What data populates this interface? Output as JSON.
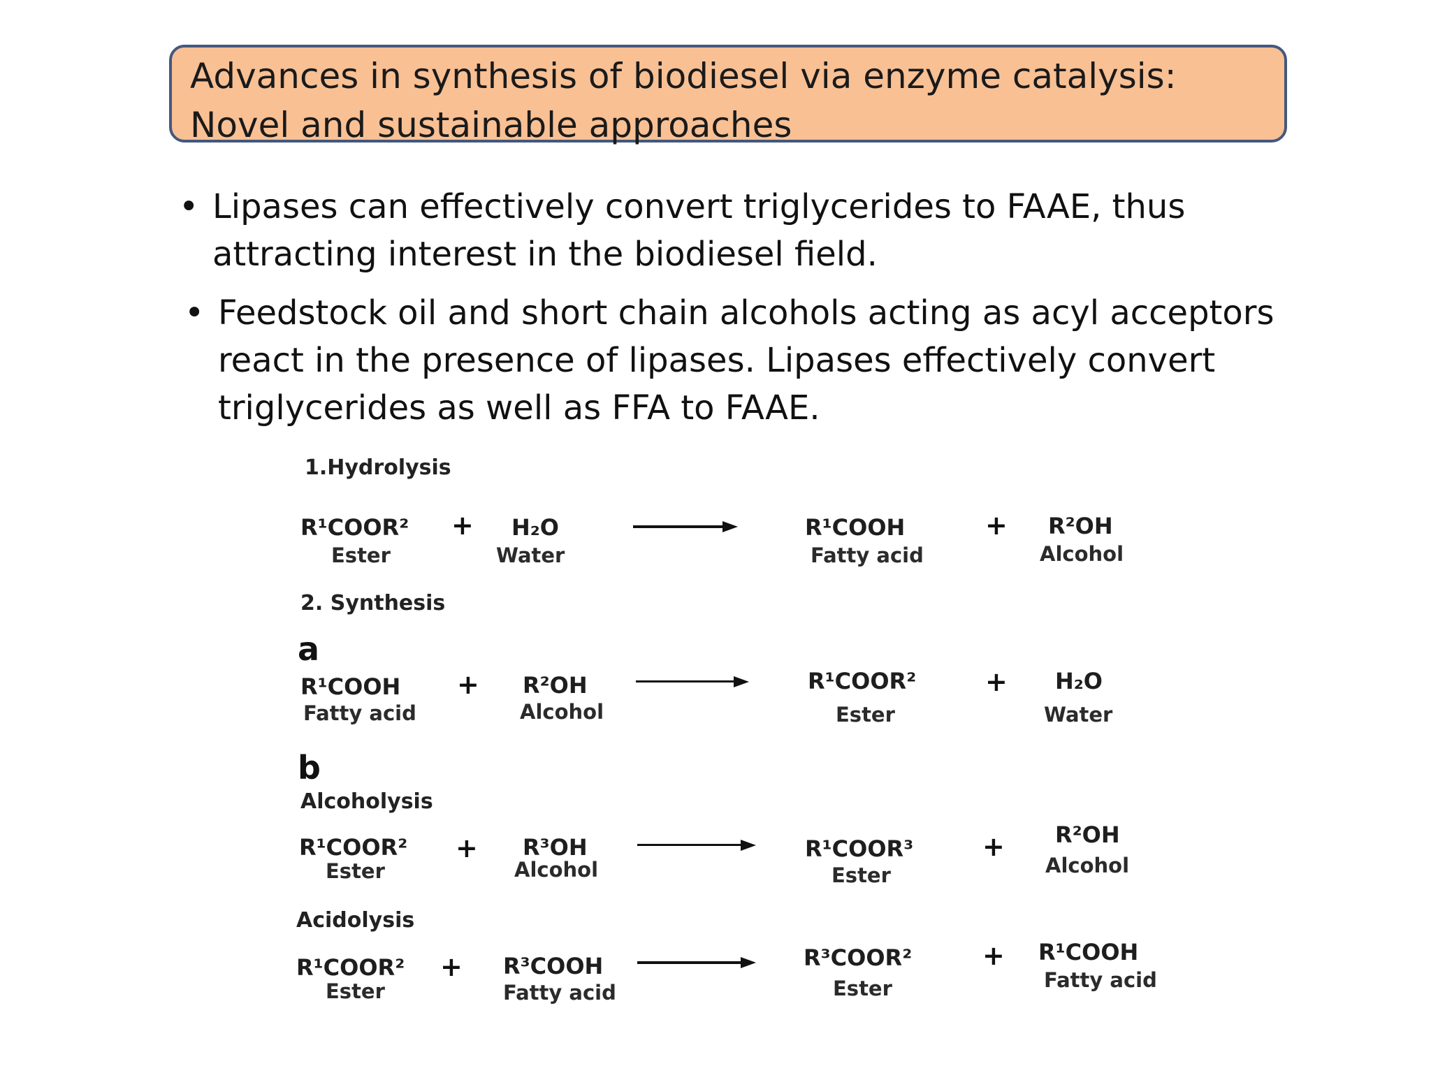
{
  "slide": {
    "title": "Advances in synthesis of biodiesel via enzyme catalysis: Novel and sustainable approaches",
    "bullets": [
      "Lipases can effectively convert triglycerides to FAAE, thus attracting interest in the biodiesel field.",
      "Feedstock oil and short chain alcohols acting as acyl acceptors react in the presence of lipases. Lipases effectively convert triglycerides as well as FFA to FAAE."
    ],
    "bullet_symbol": "•"
  },
  "scheme": {
    "hydrolysis_label": "1.Hydrolysis",
    "synthesis_label": "2. Synthesis",
    "letter_a": "a",
    "letter_b": "b",
    "alcoholysis_label": "Alcoholysis",
    "acidolysis_label": "Acidolysis",
    "plus": "+",
    "hydrolysis": {
      "r1": "R¹COOR²",
      "r1_name": "Ester",
      "r2": "H₂O",
      "r2_name": "Water",
      "p1": "R¹COOH",
      "p1_name": "Fatty acid",
      "p2": "R²OH",
      "p2_name": "Alcohol"
    },
    "esterification": {
      "r1": "R¹COOH",
      "r1_name": "Fatty acid",
      "r2": "R²OH",
      "r2_name": "Alcohol",
      "p1": "R¹COOR²",
      "p1_name": "Ester",
      "p2": "H₂O",
      "p2_name": "Water"
    },
    "alcoholysis": {
      "r1": "R¹COOR²",
      "r1_name": "Ester",
      "r2": "R³OH",
      "r2_name": "Alcohol",
      "p1": "R¹COOR³",
      "p1_name": "Ester",
      "p2": "R²OH",
      "p2_name": "Alcohol"
    },
    "acidolysis": {
      "r1": "R¹COOR²",
      "r1_name": "Ester",
      "r2": "R³COOH",
      "r2_name": "Fatty acid",
      "p1": "R³COOR²",
      "p1_name": "Ester",
      "p2": "R¹COOH",
      "p2_name": "Fatty acid"
    }
  }
}
